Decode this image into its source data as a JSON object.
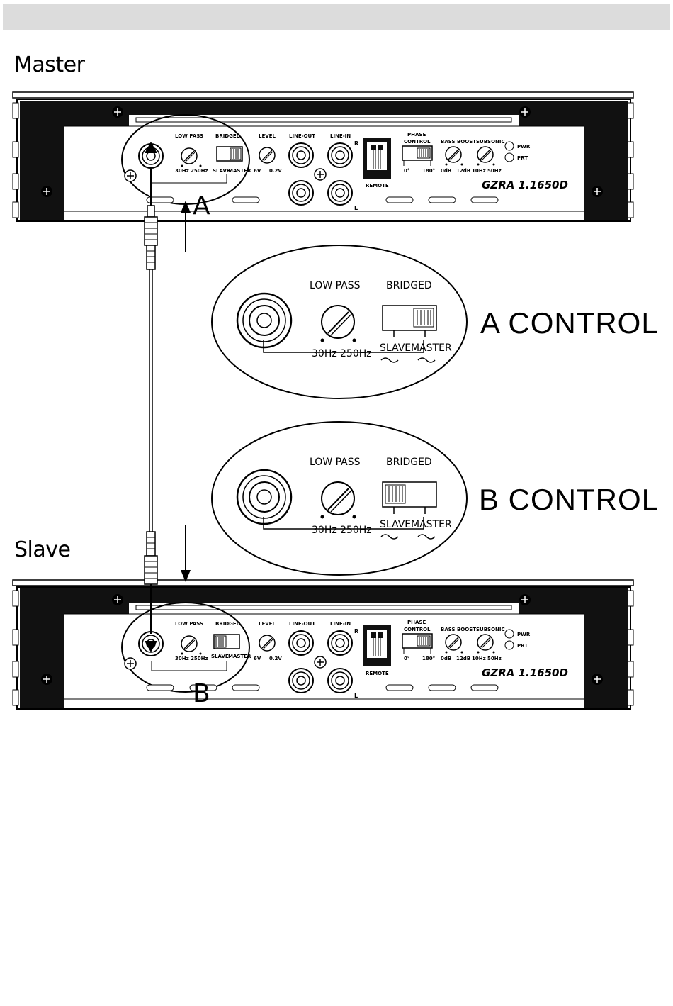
{
  "sections": {
    "master": "Master",
    "slave": "Slave"
  },
  "callouts": {
    "a": "A",
    "b": "B"
  },
  "detail_a": {
    "title": "A  CONTROL",
    "low_pass": "LOW PASS",
    "bridged": "BRIDGED",
    "freq_low": "30Hz",
    "freq_high": "250Hz",
    "slave": "SLAVE",
    "master": "MASTER"
  },
  "detail_b": {
    "title": "B  CONTROL",
    "low_pass": "LOW PASS",
    "bridged": "BRIDGED",
    "freq_low": "30Hz",
    "freq_high": "250Hz",
    "slave": "SLAVE",
    "master": "MASTER"
  },
  "amp": {
    "low_pass": "LOW PASS",
    "bridged": "BRIDGED",
    "level": "LEVEL",
    "line_out": "LINE-OUT",
    "line_in": "LINE-IN",
    "remote": "REMOTE",
    "phase": "PHASE",
    "control": "CONTROL",
    "bass_boost": "BASS BOOST",
    "subsonic": "SUBSONIC",
    "pwr": "PWR",
    "prt": "PRT",
    "r": "R",
    "l": "L",
    "hz30": "30Hz",
    "hz250": "250Hz",
    "slave": "SLAVE",
    "master": "MASTER",
    "v6": "6V",
    "v02": "0.2V",
    "deg0": "0°",
    "deg180": "180°",
    "db0": "0dB",
    "db12": "12dB",
    "hz10": "10Hz",
    "hz50": "50Hz",
    "model": "GZRA 1.1650D"
  }
}
